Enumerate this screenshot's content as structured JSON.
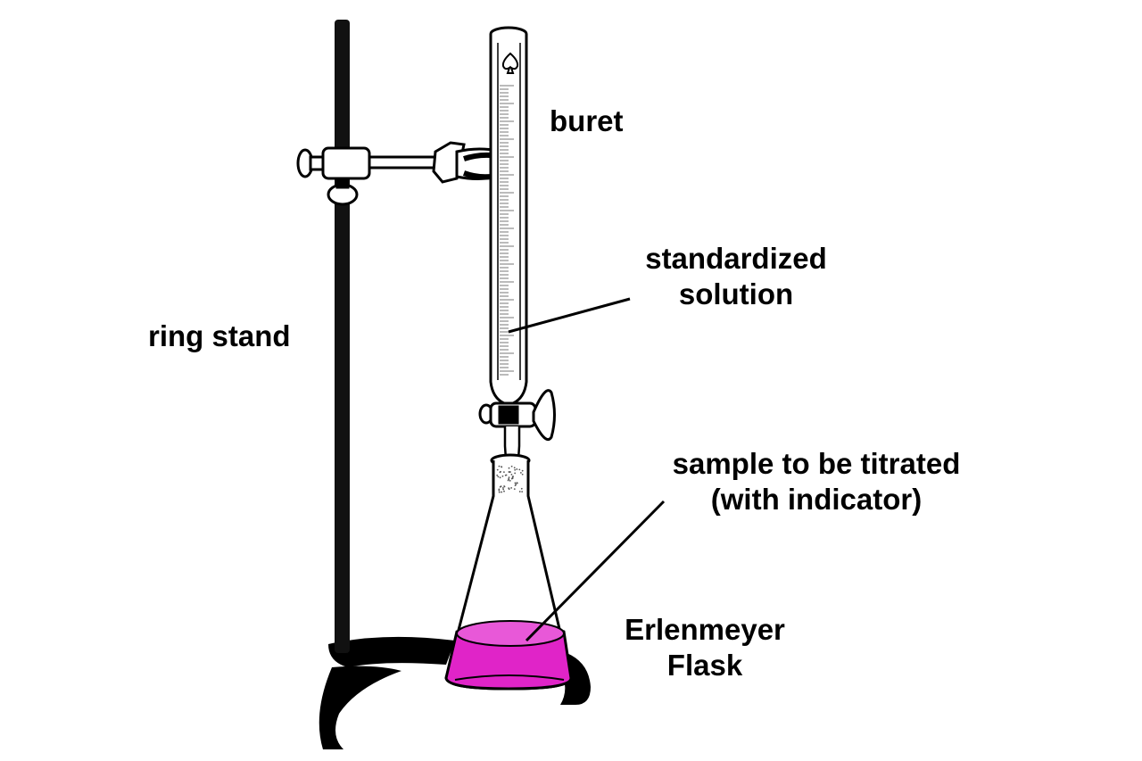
{
  "labels": {
    "buret": "buret",
    "standardized_solution": [
      "standardized",
      "solution"
    ],
    "ring_stand": "ring stand",
    "sample": [
      "sample to be titrated",
      "(with indicator)"
    ],
    "flask": [
      "Erlenmeyer",
      "Flask"
    ]
  },
  "colors": {
    "background": "#ffffff",
    "ink": "#000000",
    "indicator_solution": "#e024c8",
    "indicator_solution_top": "#e858d8"
  },
  "icons": {
    "buret_logo": "spade-logo-icon",
    "flask_logo": "spade-logo-icon"
  }
}
